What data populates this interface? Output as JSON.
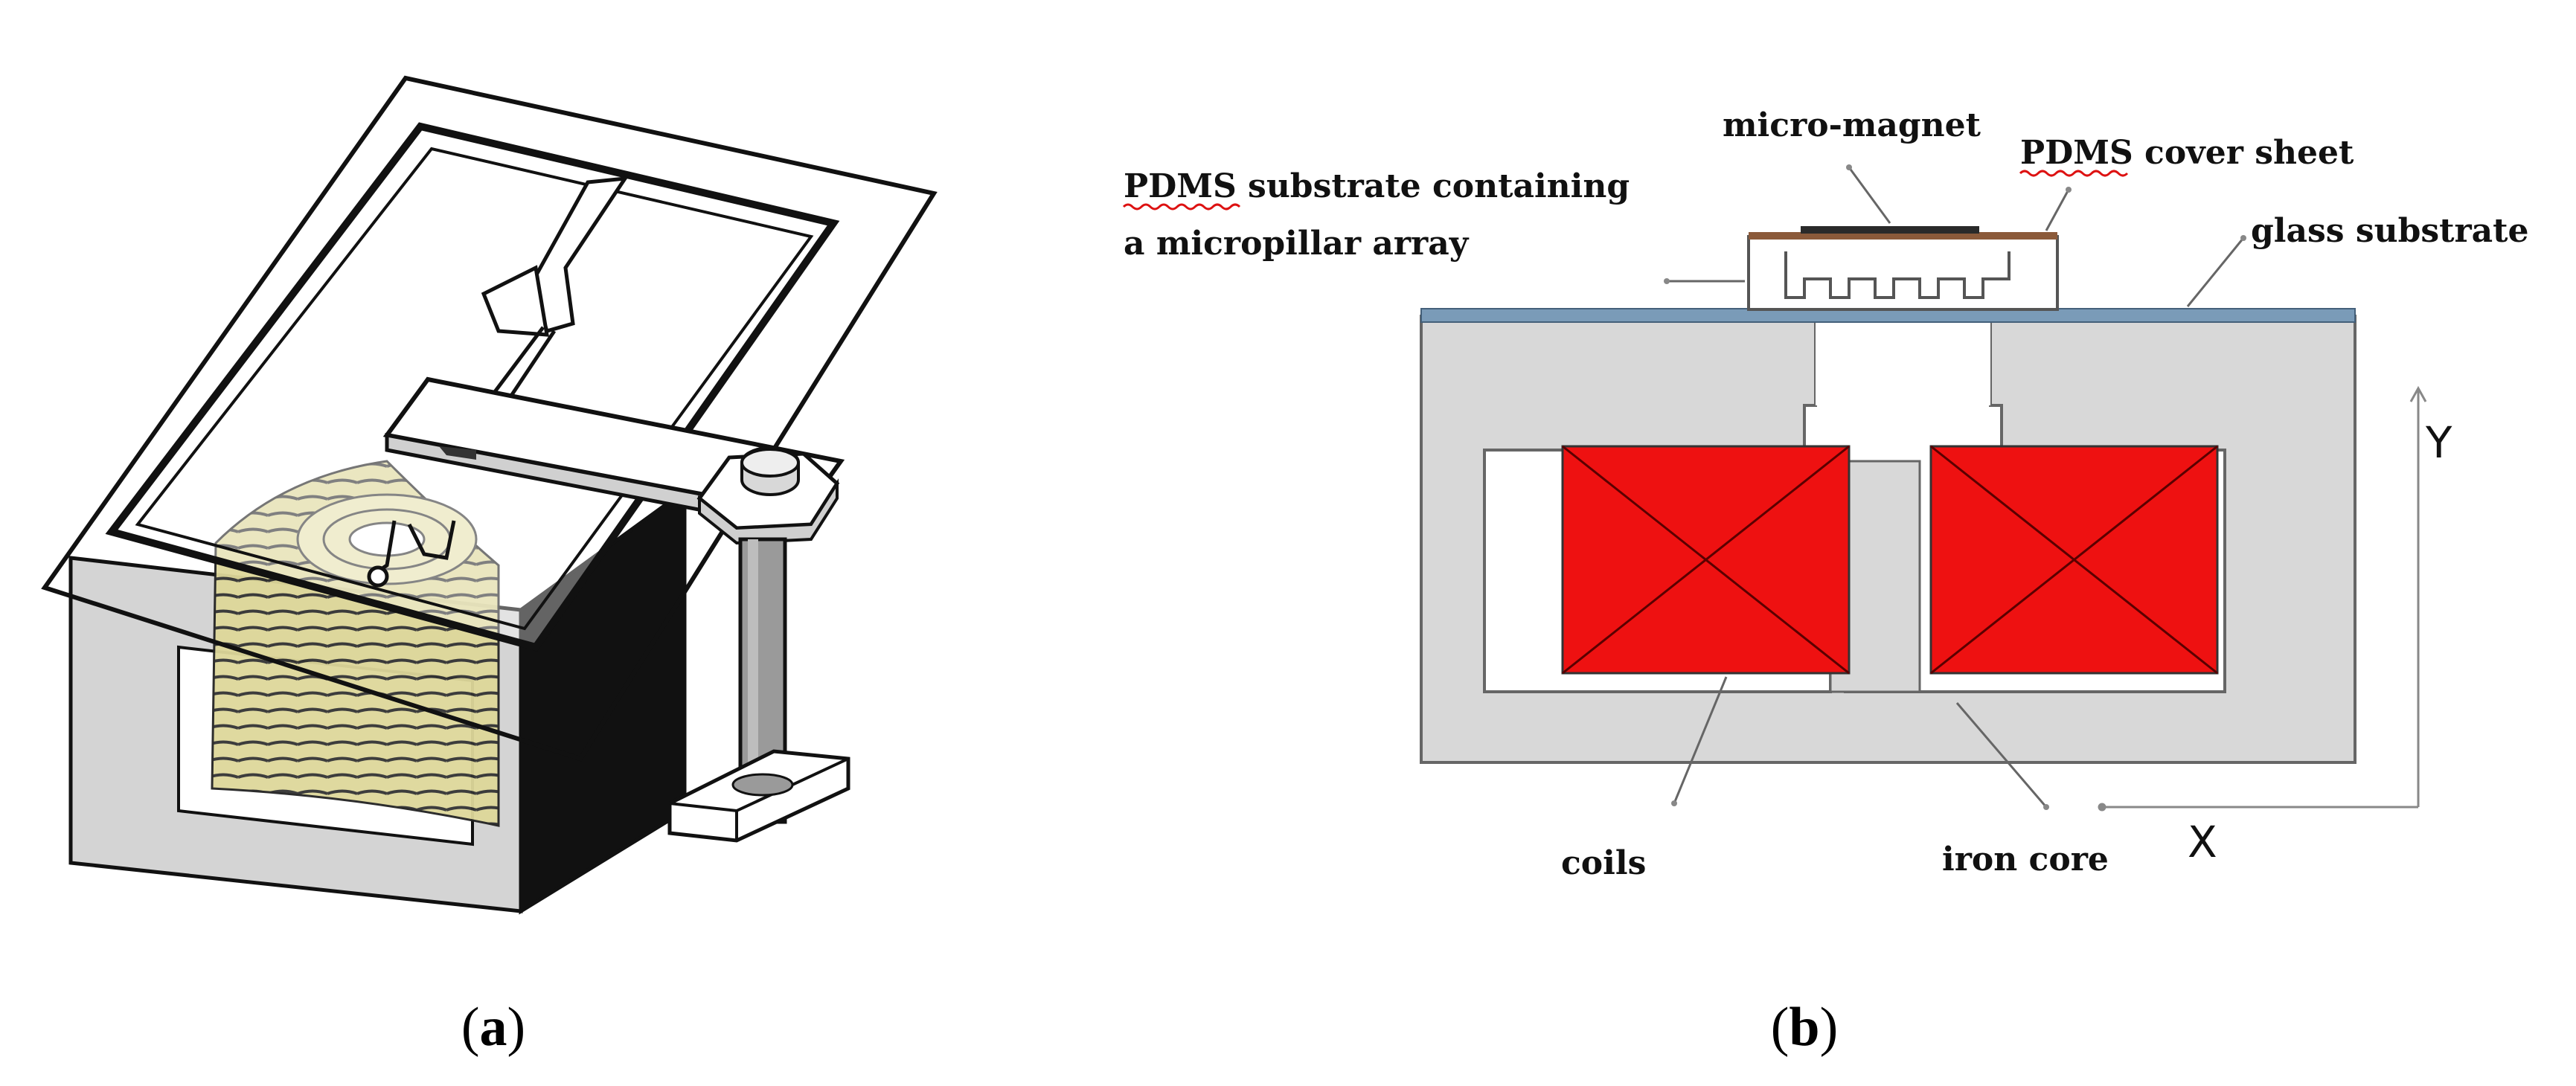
{
  "panel_a": {
    "caption": {
      "open": "(",
      "letter": "a",
      "close": ")"
    }
  },
  "panel_b": {
    "labels": {
      "micro_magnet": "micro-magnet",
      "pdms_cover_sheet": "PDMS cover sheet",
      "pdms_substrate_line1": "PDMS  substrate  containing",
      "pdms_substrate_line2": "a micropillar array",
      "glass_substrate": "glass substrate",
      "coils": "coils",
      "iron_core": "iron core",
      "axis_y": "Y",
      "axis_x": "X"
    },
    "colors": {
      "coil_fill": "#ee1111",
      "iron_core_fill": "#d8d8d8",
      "glass_substrate": "#7a9bb8",
      "pdms_cover": "#8b5a3a",
      "magnet": "#2a2a2a"
    },
    "caption": {
      "open": "(",
      "letter": "b",
      "close": ")"
    }
  },
  "panel_a_colors": {
    "coil_fill": "#ded89a",
    "core_fill": "#d4d4d4",
    "post_fill": "#9a9a9a"
  }
}
